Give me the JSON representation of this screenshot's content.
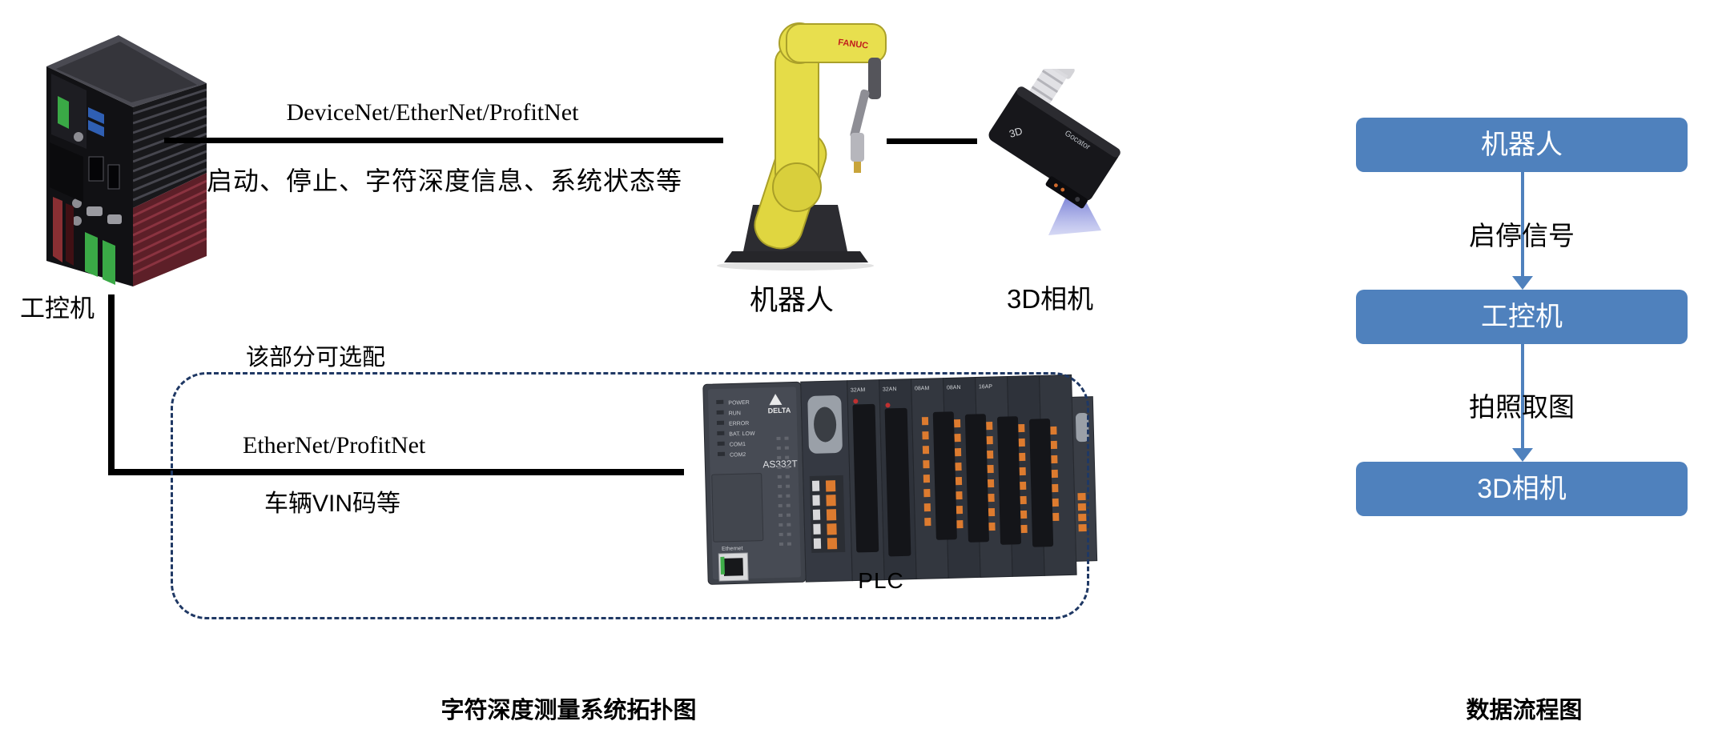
{
  "topology": {
    "caption": "字符深度测量系统拓扑图",
    "ipc": {
      "label": "工控机"
    },
    "robot": {
      "label": "机器人",
      "brand": "FANUC"
    },
    "camera": {
      "label": "3D相机",
      "brand": "Gocator",
      "logo": "3D"
    },
    "plc": {
      "label": "PLC",
      "brand": "DELTA",
      "model": "AS332T",
      "ethernet_label": "Ethernet",
      "leds": [
        "POWER",
        "RUN",
        "ERROR",
        "BAT. LOW",
        "COM1",
        "COM2"
      ],
      "modules": [
        "32AM",
        "32AN",
        "08AM",
        "08AN",
        "16AP"
      ]
    },
    "link_top": {
      "protocol": "DeviceNet/EtherNet/ProfitNet",
      "signals": "启动、停止、字符深度信息、系统状态等"
    },
    "optional_box": {
      "note": "该部分可选配",
      "protocol": "EtherNet/ProfitNet",
      "signals": "车辆VIN码等"
    }
  },
  "flow": {
    "caption": "数据流程图",
    "nodes": [
      {
        "label": "机器人"
      },
      {
        "label": "工控机"
      },
      {
        "label": "3D相机"
      }
    ],
    "edges": [
      {
        "label": "启停信号"
      },
      {
        "label": "拍照取图"
      }
    ],
    "node_color": "#4f81bd",
    "arrow_color": "#4f81bd"
  },
  "colors": {
    "connection_line": "#000000",
    "dashed_border": "#1f3864",
    "background": "#ffffff"
  }
}
